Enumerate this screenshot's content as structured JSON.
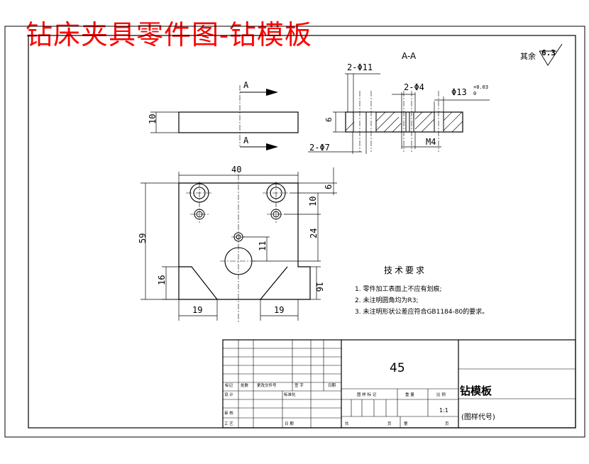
{
  "title": "钻床夹具零件图-钻模板",
  "section": {
    "label": "A-A",
    "dims": {
      "counterbore": "2-Φ11",
      "pin_hole": "2-Φ4",
      "center_hole": "Φ13",
      "tol_upper": "+0.03",
      "tol_lower": "0",
      "thickness": "6",
      "through_hole": "2-Φ7",
      "thread": "M4"
    }
  },
  "roughness": {
    "prefix": "其余",
    "value": "6.3"
  },
  "side_view": {
    "thickness": "10",
    "cut_label_top": "A",
    "cut_label_bottom": "A"
  },
  "plan_view": {
    "width": "40",
    "height": "59",
    "top_offset": "6",
    "hole_spacing": "10",
    "center_height": "24",
    "small_hole_offset": "11",
    "chamfer_height_left": "16",
    "chamfer_height_right": "16",
    "chamfer_width_left": "19",
    "chamfer_width_right": "19"
  },
  "notes": {
    "heading": "技术要求",
    "items": [
      "1. 零件加工表面上不应有划痕;",
      "2. 未注明圆角均为R3;",
      "3. 未注明形状公差应符合GB1184-80的要求。"
    ]
  },
  "title_block": {
    "material": "45",
    "part_name": "钻模板",
    "drawing_no": "(图样代号)",
    "scale": "1:1",
    "headers": {
      "mark": "标记",
      "count": "处数",
      "change_doc": "更改文件号",
      "signature": "签 字",
      "date": "日期",
      "design": "设 计",
      "standardization": "标准化",
      "review": "审 核",
      "process": "工 艺",
      "date2": "日 期",
      "stage_mark": "图 样 标 记",
      "weight": "重 量",
      "ratio": "比 例",
      "total": "共",
      "sheets": "页",
      "page": "第",
      "page_unit": "页"
    }
  }
}
